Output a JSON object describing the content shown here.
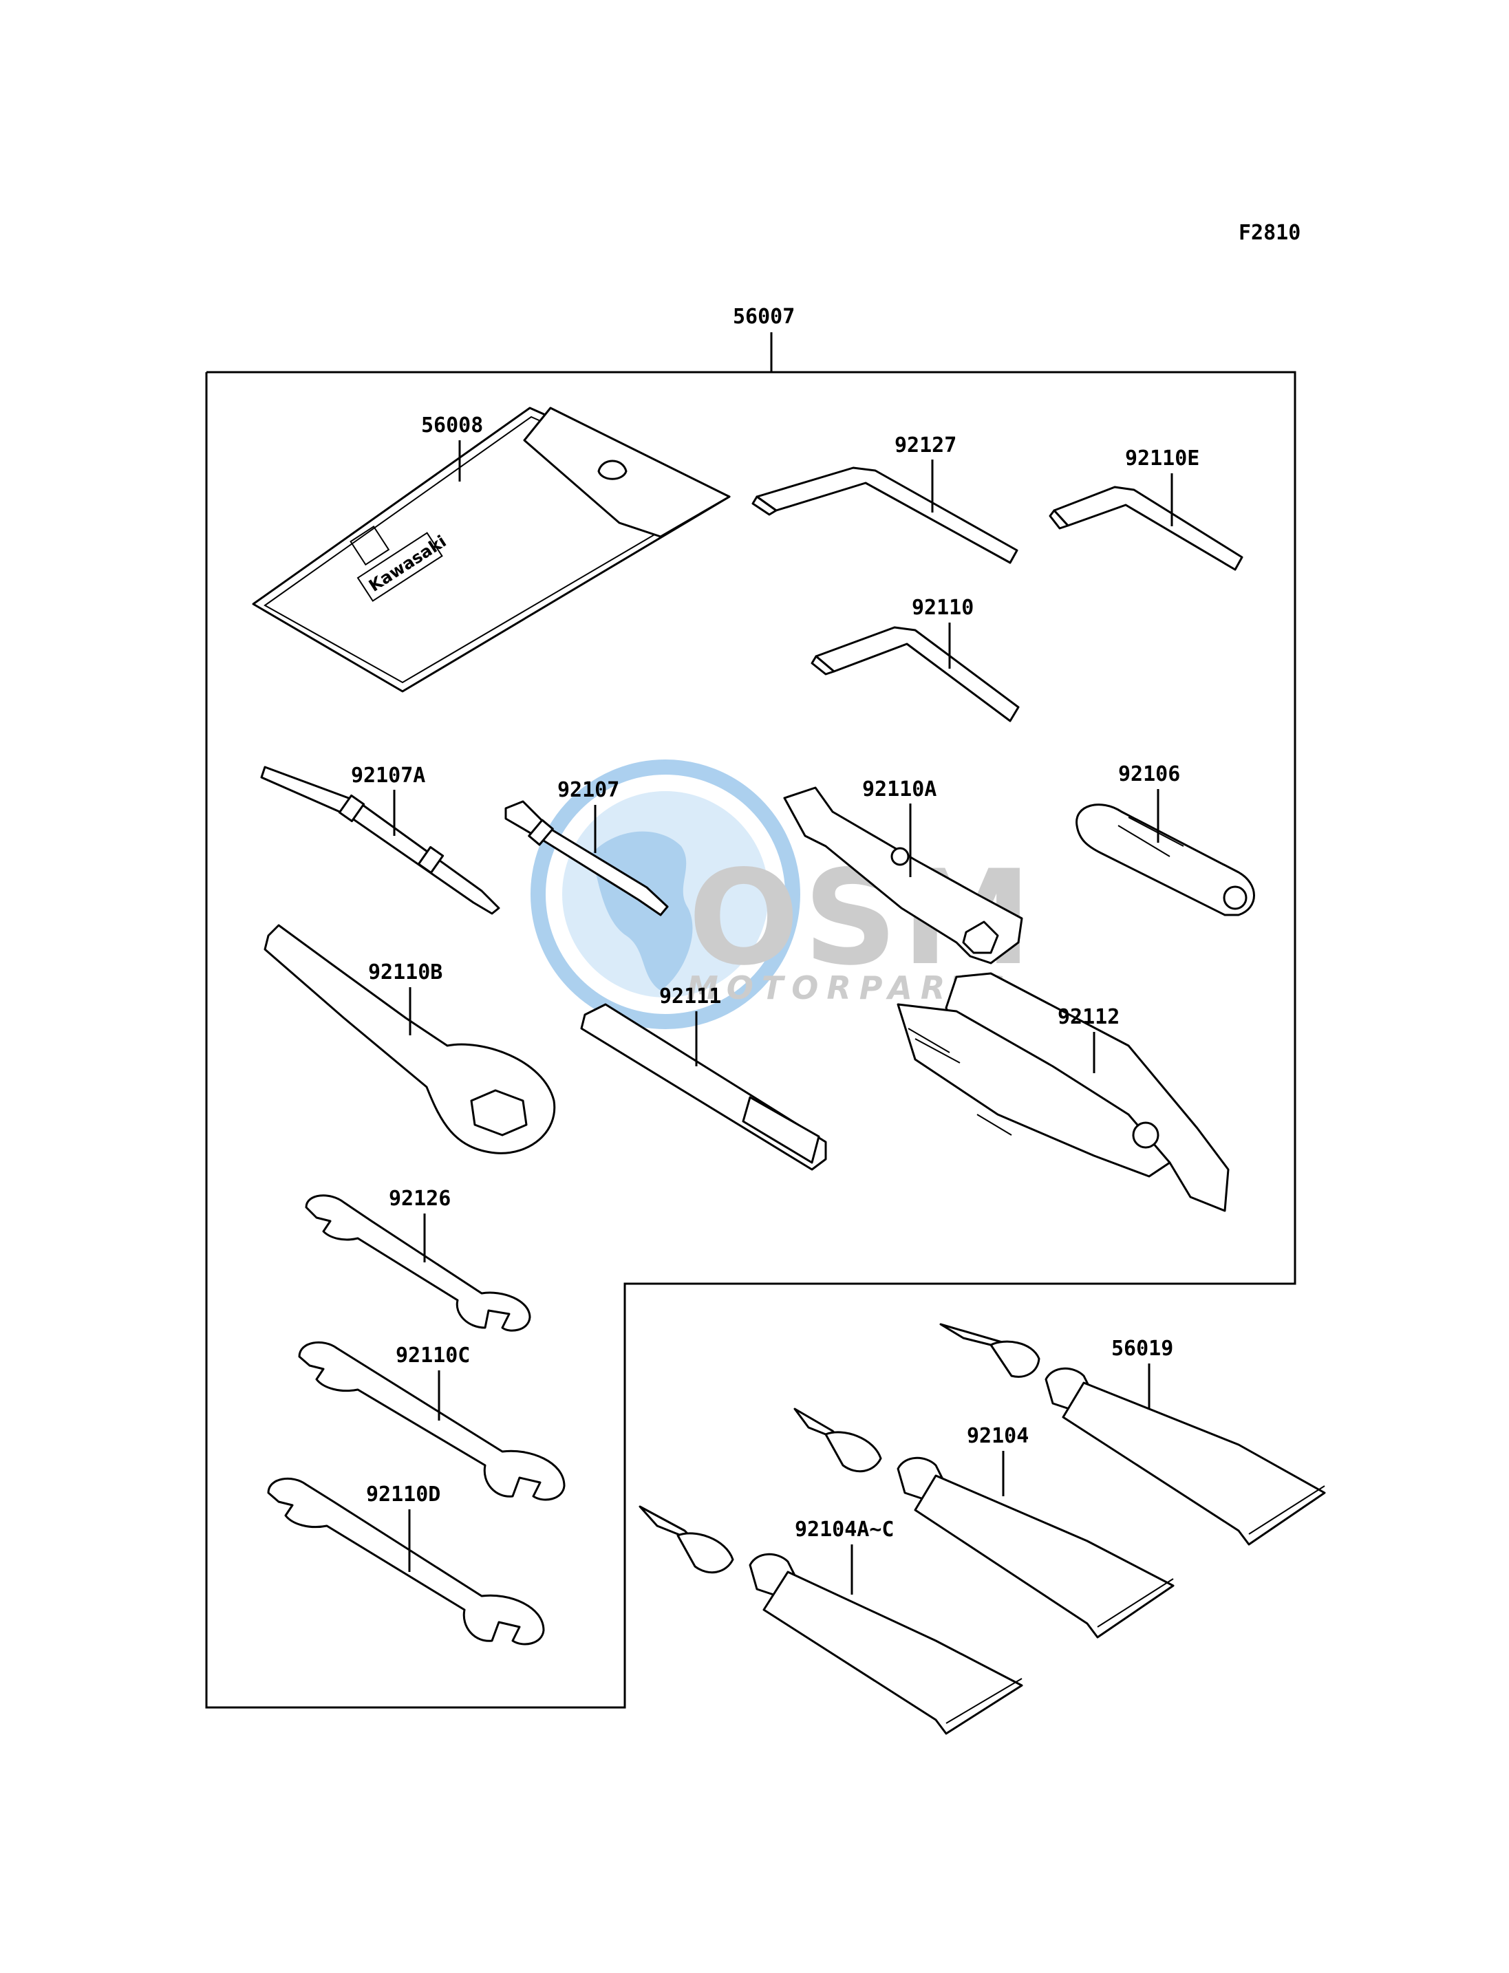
{
  "figure_code": "F2810",
  "kit_part": "56007",
  "parts": {
    "p56008": "56008",
    "p92127": "92127",
    "p92110E": "92110E",
    "p92110": "92110",
    "p92107A": "92107A",
    "p92107": "92107",
    "p92110A": "92110A",
    "p92106": "92106",
    "p92110B": "92110B",
    "p92111": "92111",
    "p92112": "92112",
    "p92126": "92126",
    "p92110C": "92110C",
    "p92110D": "92110D",
    "p56019": "56019",
    "p92104": "92104",
    "p92104AC": "92104A~C"
  },
  "pouch_brand": "Kawasaki",
  "watermark": {
    "logo_text": "OSM",
    "sub_text": "MOTORPARTS"
  },
  "colors": {
    "line": "#000000",
    "watermark_globe": "#9ec8ec",
    "watermark_text": "#c4c4c4"
  }
}
